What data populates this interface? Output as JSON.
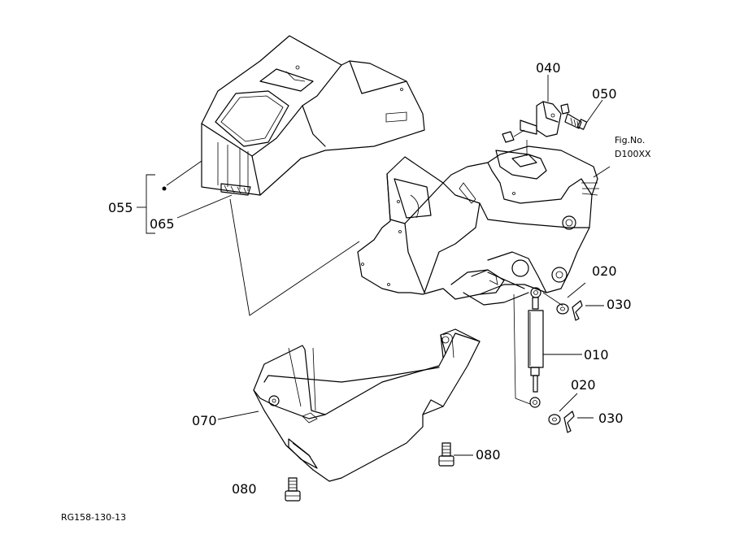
{
  "figure": {
    "fig_no_label": "Fig.No.",
    "fig_no_value": "D100XX",
    "reference_code": "RG158-130-13"
  },
  "callouts": {
    "p010": "010",
    "p020_upper": "020",
    "p020_lower": "020",
    "p030_upper": "030",
    "p030_lower": "030",
    "p040": "040",
    "p050": "050",
    "p055": "055",
    "p065": "065",
    "p070": "070",
    "p080_right": "080",
    "p080_left": "080"
  }
}
